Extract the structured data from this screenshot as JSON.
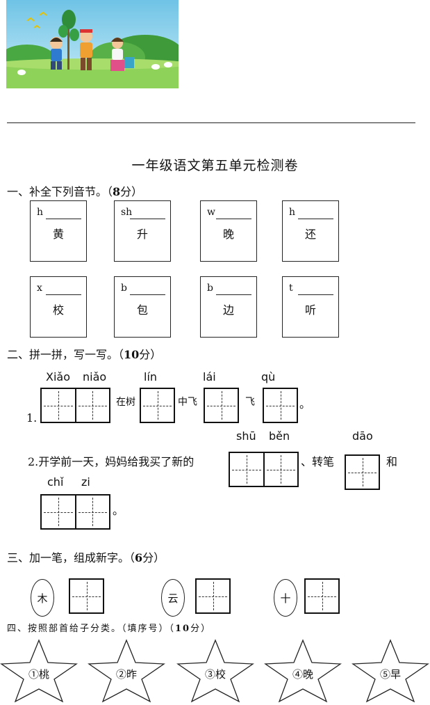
{
  "title": "一年级语文第五单元检测卷",
  "s1": {
    "heading": "一、补全下列音节。（",
    "score": "8",
    "score_suffix": "分）",
    "cards": [
      {
        "initial": "h",
        "char": "黄"
      },
      {
        "initial": "sh",
        "char": "升"
      },
      {
        "initial": "w",
        "char": "晚"
      },
      {
        "initial": "h",
        "char": "还"
      },
      {
        "initial": "x",
        "char": "校"
      },
      {
        "initial": "b",
        "char": "包"
      },
      {
        "initial": "b",
        "char": "边"
      },
      {
        "initial": "t",
        "char": "听"
      }
    ]
  },
  "s2": {
    "heading": "二、拼一拼，写一写。（",
    "score": "10",
    "score_suffix": "分）",
    "q1": {
      "num": "1.",
      "py_xiao": "Xiǎo",
      "py_niao": "niǎo",
      "t1": "在树",
      "py_lin": "lín",
      "t2": "中飞",
      "py_lai": "lái",
      "t3": "飞",
      "py_qu": "qù",
      "end": "。"
    },
    "q2": {
      "text": "2.开学前一天，妈妈给我买了新的",
      "py_shu": "shū",
      "py_ben": "běn",
      "t1": "、转笔",
      "py_dao": "dāo",
      "t2": "和",
      "py_chi": "chǐ",
      "py_zi": "zi",
      "end": "。"
    }
  },
  "s3": {
    "heading": "三、加一笔，组成新字。（",
    "score": "6",
    "score_suffix": "分）",
    "items": [
      "木",
      "云",
      "十"
    ]
  },
  "s4": {
    "heading": "四、按照部首给子分类。（填序号）（",
    "score": "10",
    "score_suffix": "分）",
    "stars": [
      "①桃",
      "②昨",
      "③校",
      "④晚",
      "⑤早"
    ]
  }
}
